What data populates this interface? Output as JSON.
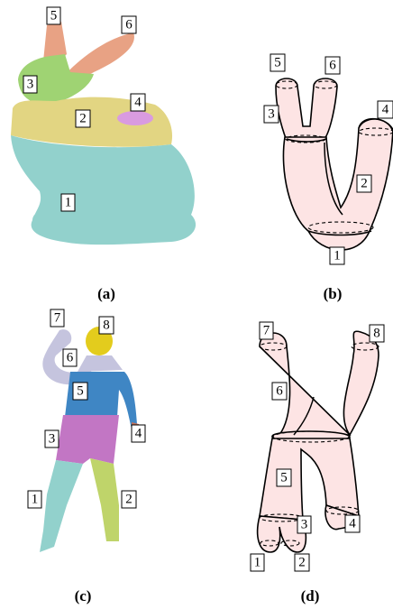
{
  "captions": {
    "a": "(a)",
    "b": "(b)",
    "c": "(c)",
    "d": "(d)"
  },
  "bunny_labels": [
    "5",
    "6",
    "3",
    "4",
    "2",
    "1"
  ],
  "reeb_bunny_labels": [
    "5",
    "6",
    "3",
    "4",
    "2",
    "1"
  ],
  "human_labels": [
    "7",
    "8",
    "6",
    "5",
    "3",
    "4",
    "1",
    "2"
  ],
  "reeb_human_labels": [
    "7",
    "8",
    "6",
    "5",
    "3",
    "4",
    "1",
    "2"
  ],
  "colors": {
    "teal": "#92d1cc",
    "yellow": "#e2d582",
    "green": "#9fd373",
    "salmon": "#e8a284",
    "magenta": "#d99be0",
    "lavender": "#c5c4de",
    "blue": "#3f86c4",
    "purple": "#c276c4",
    "gold": "#e3cc1d",
    "pink_fill": "#fde4e4"
  }
}
